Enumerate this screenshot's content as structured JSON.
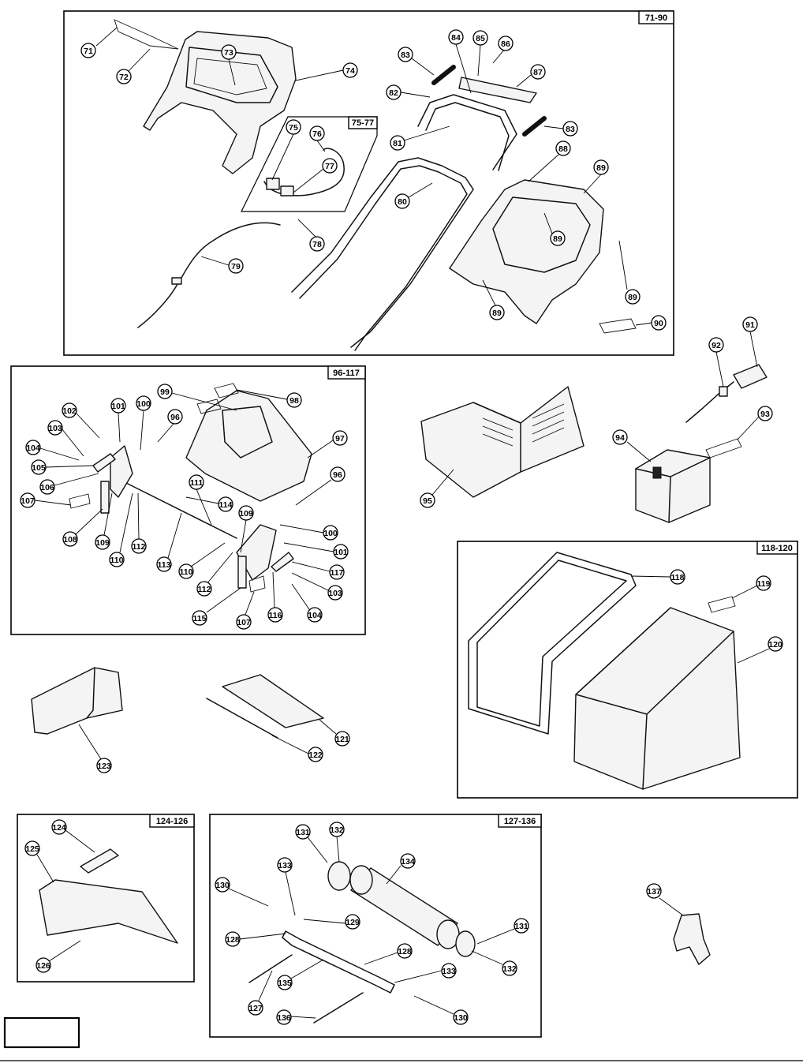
{
  "groups": [
    {
      "id": "g1",
      "label": "71-90"
    },
    {
      "id": "g2",
      "label": "96-117"
    },
    {
      "id": "g3",
      "label": "118-120"
    },
    {
      "id": "g4",
      "label": "124-126"
    },
    {
      "id": "g5",
      "label": "127-136"
    },
    {
      "id": "g6",
      "label": "75-77"
    }
  ],
  "callouts": [
    "71",
    "72",
    "73",
    "74",
    "75",
    "76",
    "77",
    "78",
    "79",
    "80",
    "81",
    "82",
    "83",
    "83",
    "84",
    "85",
    "86",
    "87",
    "88",
    "89",
    "89",
    "89",
    "89",
    "90",
    "91",
    "92",
    "93",
    "94",
    "95",
    "96",
    "96",
    "97",
    "98",
    "99",
    "100",
    "100",
    "101",
    "101",
    "102",
    "103",
    "103",
    "104",
    "104",
    "105",
    "106",
    "107",
    "107",
    "108",
    "109",
    "109",
    "110",
    "110",
    "111",
    "112",
    "112",
    "113",
    "114",
    "115",
    "116",
    "117",
    "118",
    "119",
    "120",
    "121",
    "122",
    "123",
    "124",
    "125",
    "126",
    "127",
    "128",
    "128",
    "129",
    "130",
    "130",
    "131",
    "131",
    "132",
    "132",
    "133",
    "133",
    "134",
    "135",
    "136",
    "137"
  ]
}
